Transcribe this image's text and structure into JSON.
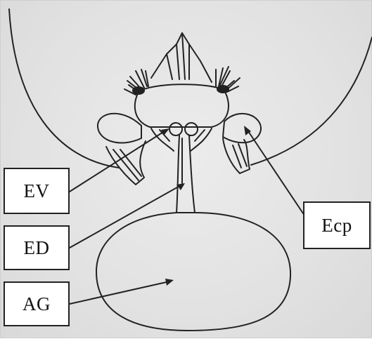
{
  "labels": {
    "ev": "EV",
    "ed": "ED",
    "ag": "AG",
    "ecp": "Ecp"
  },
  "colors": {
    "ink": "#222222",
    "background": "#e6e6e6",
    "box_fill": "#ffffff"
  }
}
